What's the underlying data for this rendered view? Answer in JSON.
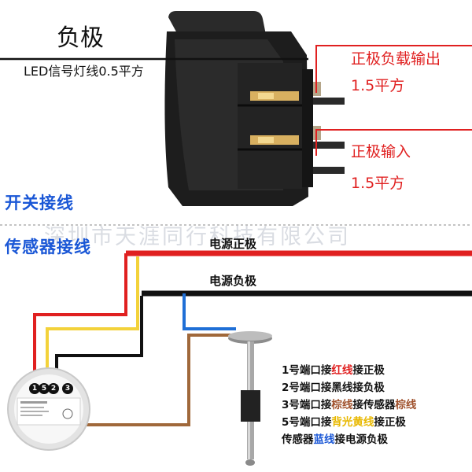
{
  "switch_section": {
    "title": "开关接线",
    "negative_label": "负极",
    "led_wire_label": "LED信号灯线0.5平方",
    "positive_output_label": "正极负载输出",
    "positive_output_size": "1.5平方",
    "positive_input_label": "正极输入",
    "positive_input_size": "1.5平方"
  },
  "sensor_section": {
    "title": "传感器接线",
    "watermark": "深圳市天涯同行科技有限公司",
    "power_positive_label": "电源正极",
    "power_negative_label": "电源负极",
    "gauge_ports": [
      "1",
      "5",
      "2",
      "3"
    ],
    "rules": [
      {
        "parts": [
          {
            "text": "1号端口接"
          },
          {
            "text": "红线",
            "color": "#e02020"
          },
          {
            "text": "接正极"
          }
        ]
      },
      {
        "parts": [
          {
            "text": "2号端口接黑线接负极"
          }
        ]
      },
      {
        "parts": [
          {
            "text": "3号端口接"
          },
          {
            "text": "棕线",
            "color": "#a0522d"
          },
          {
            "text": "接传感器"
          },
          {
            "text": "棕线",
            "color": "#a0522d"
          }
        ]
      },
      {
        "parts": [
          {
            "text": "5号端口接"
          },
          {
            "text": "背光黄线",
            "color": "#e8b800"
          },
          {
            "text": "接正极"
          }
        ]
      },
      {
        "parts": [
          {
            "text": "传感器"
          },
          {
            "text": "蓝线",
            "color": "#1a57d6"
          },
          {
            "text": "接电源负极"
          }
        ]
      }
    ]
  },
  "colors": {
    "red_wire": "#e02020",
    "black_wire": "#111111",
    "yellow_wire": "#f3d23a",
    "brown_wire": "#a0683a",
    "blue_wire": "#1f6fd6",
    "section_title": "#1a57d6"
  },
  "icons": {
    "rocker_switch": "rocker-switch-icon",
    "fuel_gauge": "fuel-gauge-icon",
    "level_sensor": "level-sensor-icon"
  }
}
